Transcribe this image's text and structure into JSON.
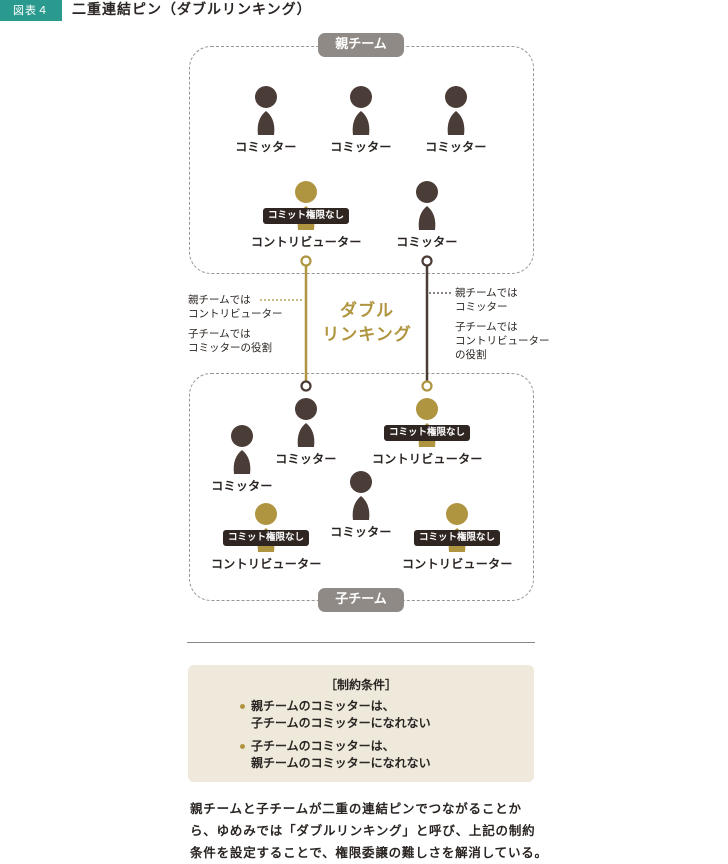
{
  "header": {
    "figure_tag": "図表４",
    "title": "二重連結ピン（ダブルリンキング）"
  },
  "parent_team": {
    "label": "親チーム",
    "members": [
      {
        "role": "コミッター",
        "type": "committer"
      },
      {
        "role": "コミッター",
        "type": "committer"
      },
      {
        "role": "コミッター",
        "type": "committer"
      },
      {
        "role": "コントリビューター",
        "type": "contributor",
        "badge": "コミット権限なし"
      },
      {
        "role": "コミッター",
        "type": "committer"
      }
    ]
  },
  "child_team": {
    "label": "子チーム",
    "members": [
      {
        "role": "コミッター",
        "type": "committer"
      },
      {
        "role": "コントリビューター",
        "type": "contributor",
        "badge": "コミット権限なし"
      },
      {
        "role": "コミッター",
        "type": "committer"
      },
      {
        "role": "コミッター",
        "type": "committer"
      },
      {
        "role": "コントリビューター",
        "type": "contributor",
        "badge": "コミット権限なし"
      },
      {
        "role": "コントリビューター",
        "type": "contributor",
        "badge": "コミット権限なし"
      }
    ]
  },
  "linking": {
    "line1": "ダブル",
    "line2": "リンキング"
  },
  "note_left": {
    "line1": "親チームでは",
    "line2": "コントリビューター",
    "line3": "子チームでは",
    "line4": "コミッターの役割"
  },
  "note_right": {
    "line1": "親チームでは",
    "line2": "コミッター",
    "line3": "子チームでは",
    "line4": "コントリビューター",
    "line5": "の役割"
  },
  "constraints": {
    "title": "［制約条件］",
    "items": [
      {
        "line1": "親チームのコミッターは、",
        "line2": "子チームのコミッターになれない"
      },
      {
        "line1": "子チームのコミッターは、",
        "line2": "親チームのコミッターになれない"
      }
    ]
  },
  "caption": {
    "line1": "親チームと子チームが二重の連結ピンでつながることか",
    "line2": "ら、ゆめみでは「ダブルリンキング」と呼び、上記の制約",
    "line3": "条件を設定することで、権限委譲の難しさを解消している。"
  },
  "colors": {
    "committer": "#4a3c36",
    "contributor": "#b09540",
    "accent": "#2a9a8e",
    "pill": "#8f8a86",
    "panel": "#efe9dc"
  }
}
